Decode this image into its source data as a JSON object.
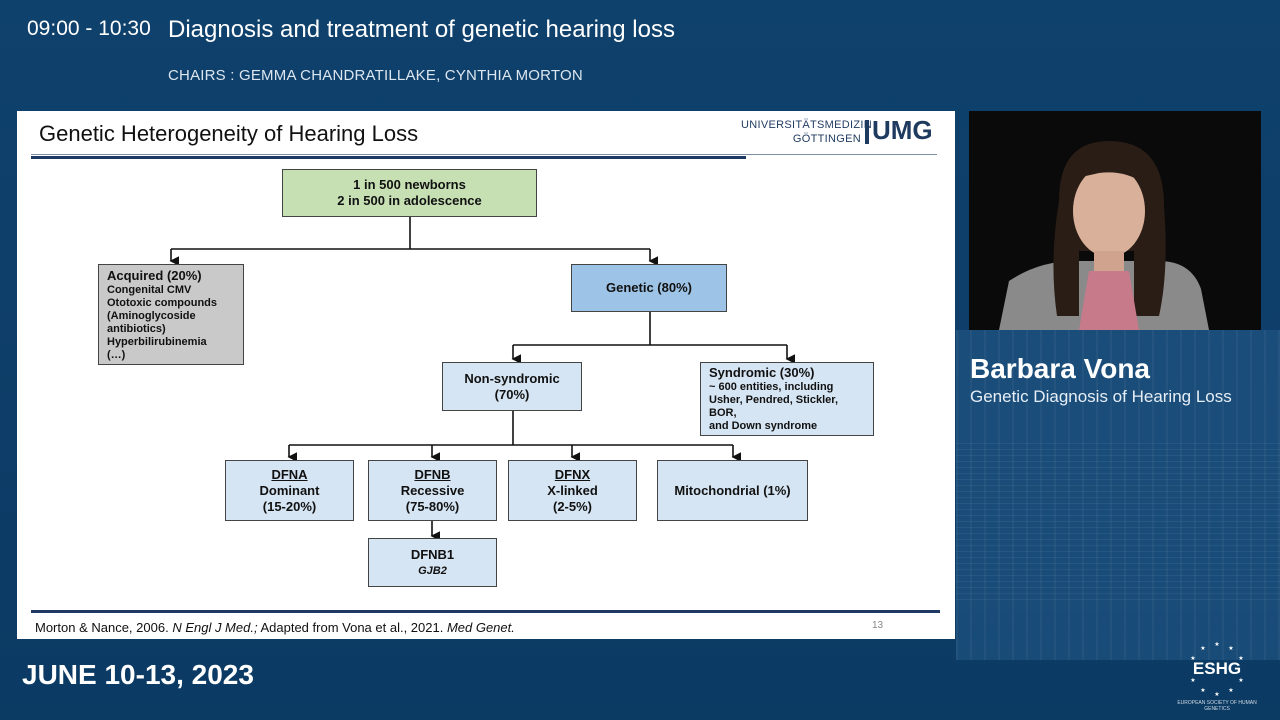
{
  "header": {
    "time": "09:00 - 10:30",
    "session_title": "Diagnosis and treatment of genetic hearing loss",
    "chairs": "CHAIRS : GEMMA CHANDRATILLAKE, CYNTHIA MORTON"
  },
  "slide": {
    "title": "Genetic Heterogeneity of Hearing Loss",
    "logo_line1": "UNIVERSITÄTSMEDIZIN",
    "logo_line2": "GÖTTINGEN",
    "logo_mark": "UMG",
    "page_number": "13",
    "footer": {
      "part1": "Morton & Nance, 2006. ",
      "journal1": "N Engl J Med.;",
      "part2": " Adapted from Vona et al., 2021. ",
      "journal2": "Med Genet."
    },
    "boxes": {
      "root_line1": "1 in 500 newborns",
      "root_line2": "2 in 500 in adolescence",
      "acquired_title": "Acquired (20%)",
      "acquired_items": [
        "Congenital CMV",
        "Ototoxic compounds",
        "(Aminoglycoside",
        "antibiotics)",
        "Hyperbilirubinemia",
        "(…)"
      ],
      "genetic": "Genetic (80%)",
      "nonsyn_line1": "Non-syndromic",
      "nonsyn_line2": "(70%)",
      "syn_title": "Syndromic (30%)",
      "syn_items": [
        "~ 600 entities, including",
        "Usher, Pendred, Stickler, BOR,",
        "and Down syndrome"
      ],
      "dfna_title": "DFNA",
      "dfna_line1": "Dominant",
      "dfna_line2": "(15-20%)",
      "dfnb_title": "DFNB",
      "dfnb_line1": "Recessive",
      "dfnb_line2": "(75-80%)",
      "dfnx_title": "DFNX",
      "dfnx_line1": "X-linked",
      "dfnx_line2": "(2-5%)",
      "mito": "Mitochondrial (1%)",
      "dfnb1_title": "DFNB1",
      "dfnb1_gene": "GJB2"
    }
  },
  "speaker": {
    "name": "Barbara Vona",
    "talk": "Genetic Diagnosis of Hearing Loss"
  },
  "footer_bar": {
    "date": "JUNE 10-13, 2023",
    "society_logo": "ESHG",
    "society_name": "EUROPEAN SOCIETY OF HUMAN GENETICS"
  },
  "colors": {
    "background": "#0e3f6a",
    "green_box": "#c6e0b4",
    "gray_box": "#c9c9c9",
    "blue_box": "#9dc3e6",
    "light_blue_box": "#d6e5f3",
    "rule": "#1f3864"
  }
}
